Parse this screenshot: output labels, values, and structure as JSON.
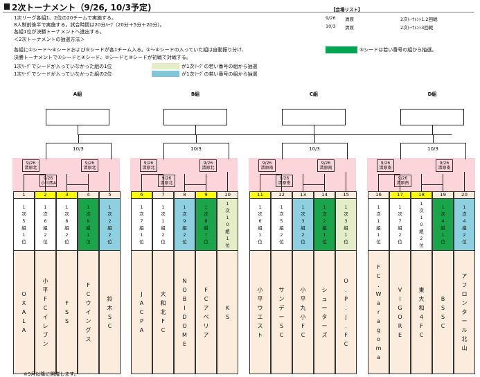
{
  "header": {
    "title": "2次トーナメント（9/26, 10/3予定)"
  },
  "description": [
    "1次リーグ各組1、2位の20チームで実施する。",
    "8人制前後半で実施する。試合時間は20分ﾊｰﾌ（20分＋5分＋20分）。",
    "各組1位が決勝トーナメントへ進出する。",
    "＜2次トーナメントの抽選方法＞",
    "各組に①シード～④シードおよび⑤シードが各1チーム入る。①～④シードの入っていた組は自動振り分け、",
    "決勝トーナメントで①シードと④シード、②シードと③シードが初戦で対戦する。",
    "1次ﾘｰｸﾞでシードが入っていなかった組の1位",
    "1次ﾘｰｸﾞでシードが入っていなかった組の2位"
  ],
  "venue_list": {
    "title": "【会場リスト】",
    "rows": [
      {
        "date": "9/26",
        "place": "清原",
        "round": "2次ﾄｰﾅﾒﾝﾄ1,2回戦"
      },
      {
        "date": "10/3",
        "place": "清原",
        "round": "2次ﾄｰﾅﾒﾝﾄ3回戦"
      }
    ]
  },
  "legend": {
    "green": "⑤シードは若い番号の組から抽選。",
    "yellow": "が1次ﾘｰｸﾞの若い番号の組から抽選",
    "blue": "が1次ﾘｰｸﾞの若い番号の組から抽選"
  },
  "colors": {
    "seed5": "#00a651",
    "unseeded_1st": "#e3eec8",
    "unseeded_2nd": "#7fc6d8",
    "match_band": "#fcd5da",
    "team_bg": "#fcecdd",
    "highlight": "#ffff00"
  },
  "groups": [
    "A組",
    "B組",
    "C組",
    "D組"
  ],
  "final_date": "10/3",
  "matches": [
    {
      "date": "9/26",
      "place": "清原北"
    },
    {
      "date": "9/26",
      "place": "小川西A"
    },
    {
      "date": "9/26",
      "place": "清原北"
    },
    {
      "date": "9/26",
      "place": "清原北"
    },
    {
      "date": "9/26",
      "place": "清原北"
    },
    {
      "date": "9/26",
      "place": "清原北"
    },
    {
      "date": "9/26",
      "place": "清原南"
    },
    {
      "date": "9/26",
      "place": "清原南"
    },
    {
      "date": "9/26",
      "place": "清原南"
    },
    {
      "date": "9/26",
      "place": "清原南"
    },
    {
      "date": "9/26",
      "place": "清原南"
    },
    {
      "date": "9/26",
      "place": "清原南"
    }
  ],
  "teams": [
    {
      "num": "1",
      "slot": "1次5組1位",
      "name": "OXALA"
    },
    {
      "num": "2",
      "slot": "1次6組2位",
      "name": "小平FCイレブン"
    },
    {
      "num": "3",
      "slot": "1次8組2位",
      "name": "FSS"
    },
    {
      "num": "4",
      "slot": "1次9組1位",
      "name": "FCウイングス"
    },
    {
      "num": "5",
      "slot": "1次2組2位",
      "name": "鈴木SC"
    },
    {
      "num": "6",
      "slot": "1次7組1位",
      "name": "JACPA"
    },
    {
      "num": "7",
      "slot": "1次1組2位",
      "name": "大和北FC"
    },
    {
      "num": "8",
      "slot": "1次9組2位",
      "name": "NOBIDOME"
    },
    {
      "num": "9",
      "slot": "1次8組1位",
      "name": "FCアベリア"
    },
    {
      "num": "10",
      "slot": "1次10組1位",
      "name": "KS"
    },
    {
      "num": "11",
      "slot": "1次6組1位",
      "name": "小平ウエスト"
    },
    {
      "num": "12",
      "slot": "1次5組2位",
      "name": "サンデーSC"
    },
    {
      "num": "13",
      "slot": "1次3組2位",
      "name": "小平九小FC"
    },
    {
      "num": "14",
      "slot": "1次2組1位",
      "name": "シューターズ"
    },
    {
      "num": "15",
      "slot": "1次3組1位",
      "name": "O.P.J.FC"
    },
    {
      "num": "16",
      "slot": "1次1組1位",
      "name": "FC.Waragoma"
    },
    {
      "num": "17",
      "slot": "1次7組2位",
      "name": "VIGORE"
    },
    {
      "num": "18",
      "slot": "1次10組2位",
      "name": "東大和4FC"
    },
    {
      "num": "19",
      "slot": "1次4組1位",
      "name": "BSSC"
    },
    {
      "num": "20",
      "slot": "1次4組2位",
      "name": "アフロンタール北山"
    }
  ],
  "footer": "※9月以降に開催します。"
}
